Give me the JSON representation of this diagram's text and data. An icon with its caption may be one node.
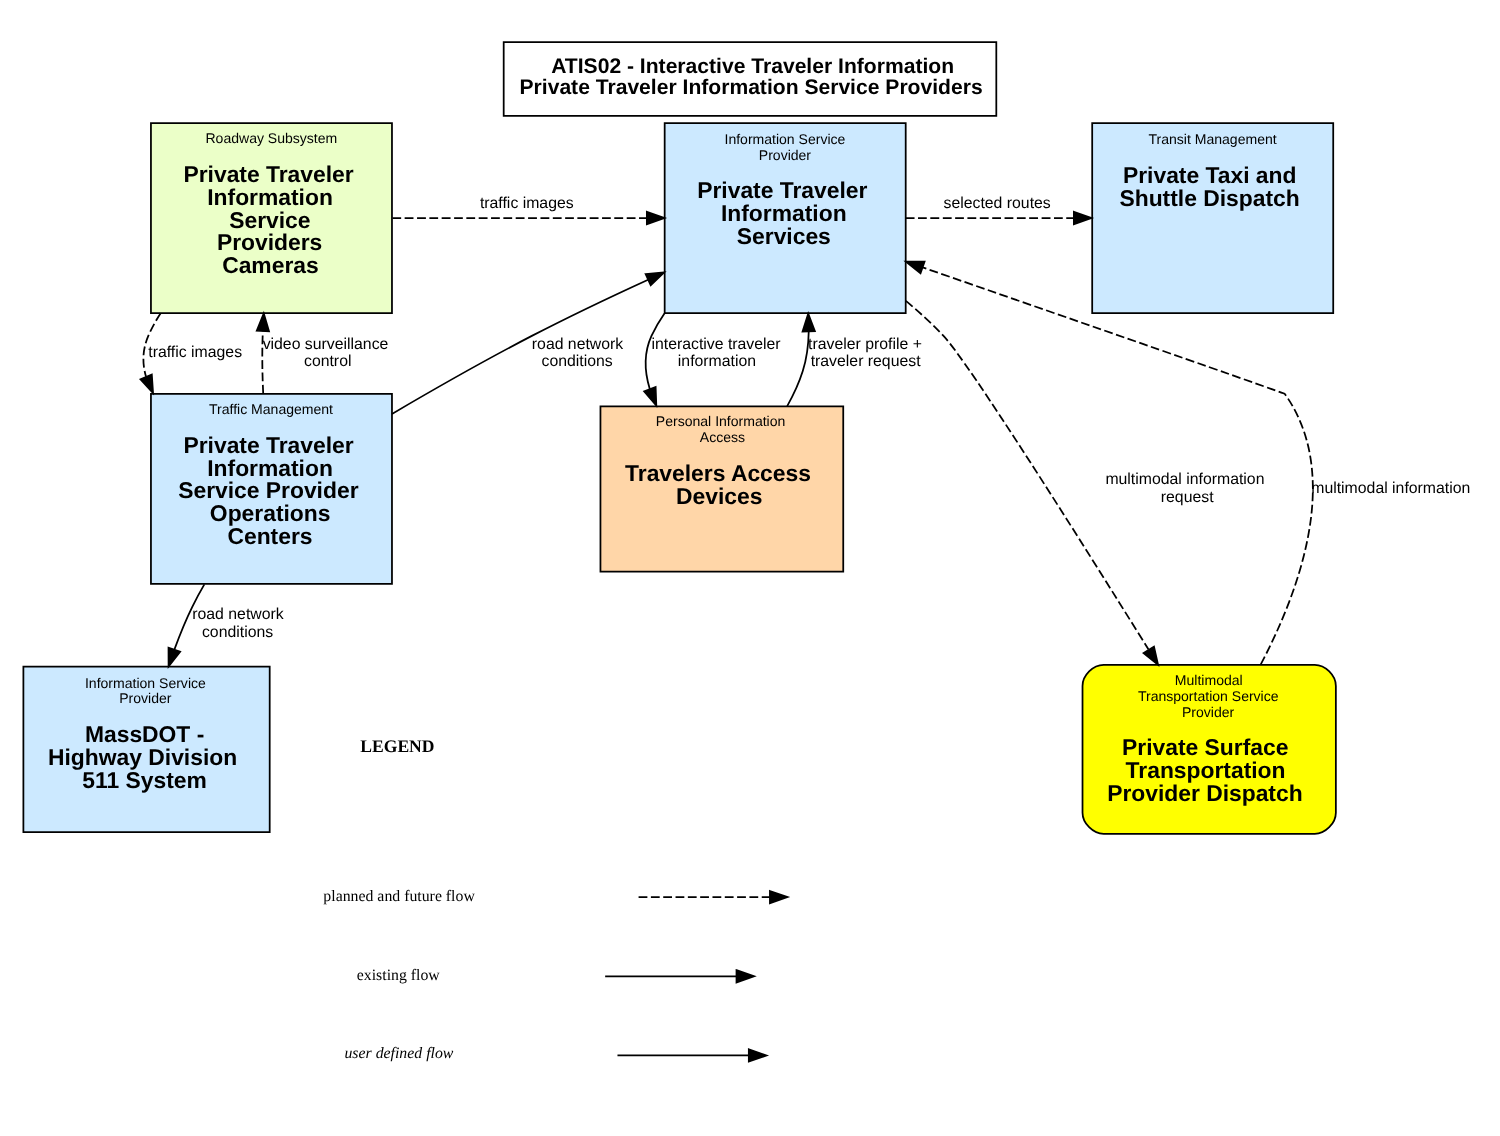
{
  "diagram": {
    "title": "ATIS02 - Interactive Traveler Information Private Traveler Information Service Providers",
    "nodes": [
      {
        "text": [
          "Roadway Subsystem",
          "Private Traveler Information Service Providers Cameras"
        ]
      },
      {
        "text": [
          "Information Service Provider",
          "Private Traveler Information Services"
        ]
      },
      {
        "text": [
          "Transit Management",
          "Private Taxi and Shuttle Dispatch"
        ]
      },
      {
        "text": [
          "Personal Information Access",
          "Travelers Access Devices"
        ]
      },
      {
        "text": [
          "Traffic Management",
          "Private Traveler Information Service Provider Operations Centers"
        ]
      },
      {
        "text": [
          "Information Service Provider",
          "MassDOT - Highway Division 511 System"
        ]
      },
      {
        "text": [
          "Multimodal Transportation Service Provider",
          "Private Surface Transportation Provider Dispatch"
        ]
      }
    ],
    "edges": [
      {
        "from": 0,
        "to": 1,
        "arrow": "to",
        "label": "traffic images",
        "style": "dashed"
      },
      {
        "from": 1,
        "to": 2,
        "arrow": "to",
        "label": "selected routes",
        "style": "dashed"
      },
      {
        "from": 4,
        "to": 0,
        "arrow": "to",
        "label": "video surveillance control",
        "style": "dashed"
      },
      {
        "from": 0,
        "to": 4,
        "arrow": "to",
        "label": "traffic images",
        "style": "dashed"
      },
      {
        "from": 3,
        "to": 1,
        "arrow": "to",
        "label": "traveler profile + traveler request"
      },
      {
        "from": 4,
        "to": 1,
        "arrow": "to",
        "label": "road network conditions"
      },
      {
        "from": 1,
        "to": 3,
        "arrow": "to",
        "label": "interactive traveler information"
      },
      {
        "from": 4,
        "to": 5,
        "arrow": "to",
        "label": "road network conditions"
      },
      {
        "from": 1,
        "to": 6,
        "arrow": "to",
        "label": "multimodal information request",
        "style": "dashed"
      },
      {
        "from": 6,
        "to": 1,
        "arrow": "to",
        "label": "multimodal information",
        "style": "dashed"
      }
    ],
    "labels": [
      "LEGEND"
    ],
    "legend": [
      {
        "text": "planned and future flow"
      },
      {
        "text": "existing flow"
      },
      {
        "text": "user defined flow"
      }
    ]
  }
}
